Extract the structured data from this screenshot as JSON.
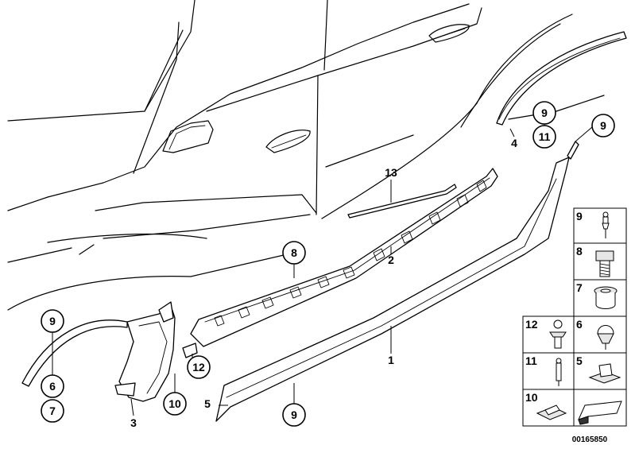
{
  "diagram": {
    "document_number": "00165850",
    "callouts": {
      "c9_rear_arch": "9",
      "c11_rear_arch": "11",
      "c9_rear_sill": "9",
      "c13": "13",
      "c8": "8",
      "c9_front_arch": "9",
      "c6_front": "6",
      "c7_front": "7",
      "c12_front": "12",
      "c10_front": "10",
      "c5_sill": "5",
      "c9_sill": "9"
    },
    "labels": {
      "part_4": "4",
      "part_2": "2",
      "part_1": "1",
      "part_3": "3"
    },
    "fastener_grid": {
      "cells": [
        {
          "id": "9",
          "name": "rivet-9"
        },
        {
          "id": "8",
          "name": "screw-8"
        },
        {
          "id": "7",
          "name": "nut-7"
        },
        {
          "id": "12",
          "name": "clip-12"
        },
        {
          "id": "6",
          "name": "expansion-rivet-6"
        },
        {
          "id": "11",
          "name": "rivet-11"
        },
        {
          "id": "5",
          "name": "clip-5"
        },
        {
          "id": "10",
          "name": "spring-nut-10"
        }
      ]
    }
  }
}
